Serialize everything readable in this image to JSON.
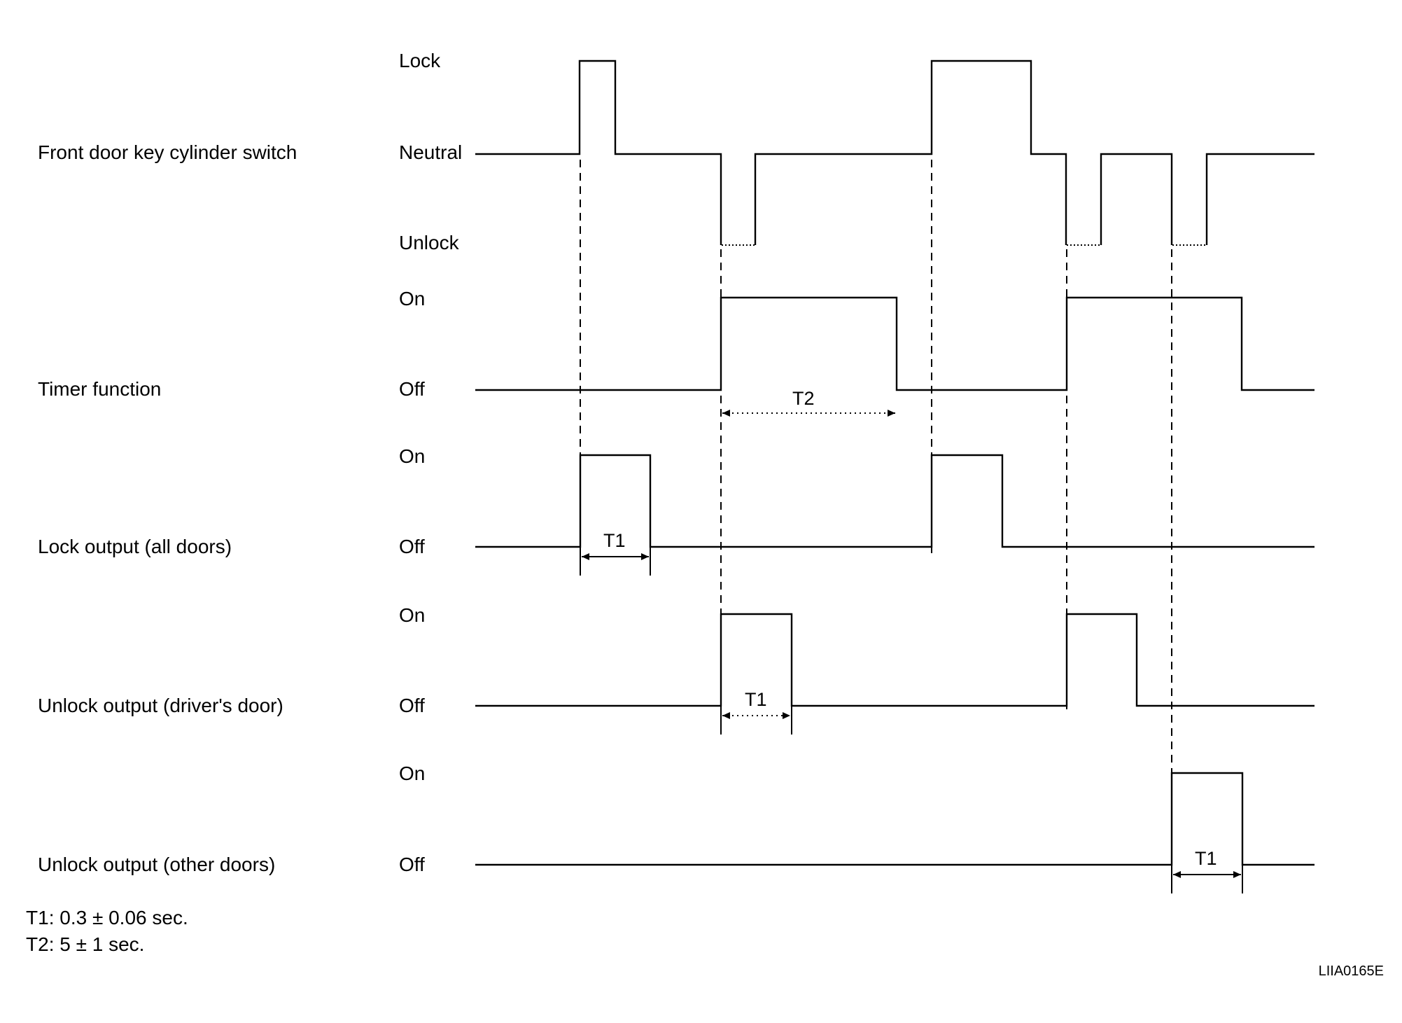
{
  "signals": [
    {
      "name": "Front door key cylinder switch",
      "levels": [
        "Lock",
        "Neutral",
        "Unlock"
      ]
    },
    {
      "name": "Timer function",
      "levels": [
        "On",
        "Off"
      ]
    },
    {
      "name": "Lock output (all doors)",
      "levels": [
        "On",
        "Off"
      ]
    },
    {
      "name": "Unlock output (driver's door)",
      "levels": [
        "On",
        "Off"
      ]
    },
    {
      "name": "Unlock output (other doors)",
      "levels": [
        "On",
        "Off"
      ]
    }
  ],
  "intervals": {
    "t1": "T1",
    "t2": "T2"
  },
  "legend": [
    {
      "key": "T1",
      "text": ": 0.3 ± 0.06 sec."
    },
    {
      "key": "T2",
      "text": ": 5 ± 1 sec."
    }
  ],
  "figure_code": "LIIA0165E"
}
